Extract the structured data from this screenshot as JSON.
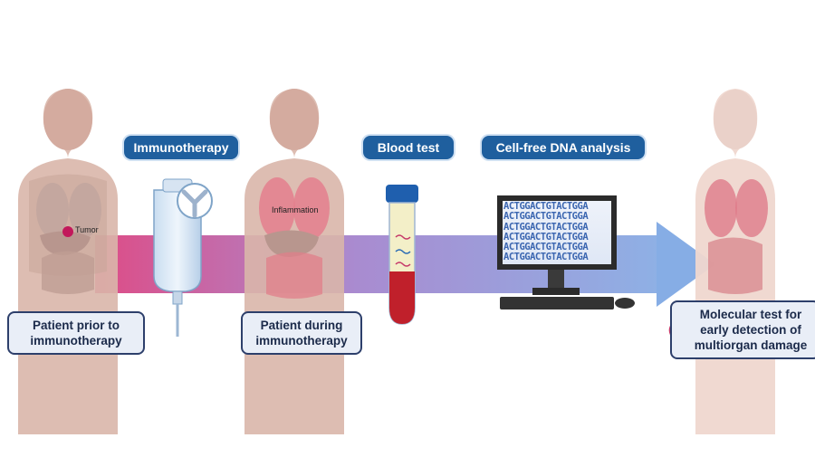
{
  "steps": {
    "immunotherapy": "Immunotherapy",
    "blood_test": "Blood test",
    "cfdna": "Cell-free DNA analysis"
  },
  "patients": {
    "before_line1": "Patient prior to",
    "before_line2": "immunotherapy",
    "during_line1": "Patient during",
    "during_line2": "immunotherapy",
    "tumor_label": "Tumor",
    "inflammation_label": "Inflammation"
  },
  "result": {
    "line1": "Molecular test for",
    "line2": "early detection of",
    "line3": "multiorgan damage"
  },
  "dna_screen": {
    "rows": [
      "ACTGGACTGTACTGGA",
      "ACTGGACTGTACTGGA",
      "ACTGGACTGTACTGGA",
      "ACTGGACTGTACTGGA",
      "ACTGGACTGTACTGGA",
      "ACTGGACTGTACTGGA"
    ]
  },
  "colors": {
    "pill": "#1f5f9e",
    "arrow_start": "#d94a86",
    "arrow_end": "#8fb0e3",
    "body": "#d9b2a6",
    "organ": "#e27f8c",
    "blood": "#c0202b"
  }
}
